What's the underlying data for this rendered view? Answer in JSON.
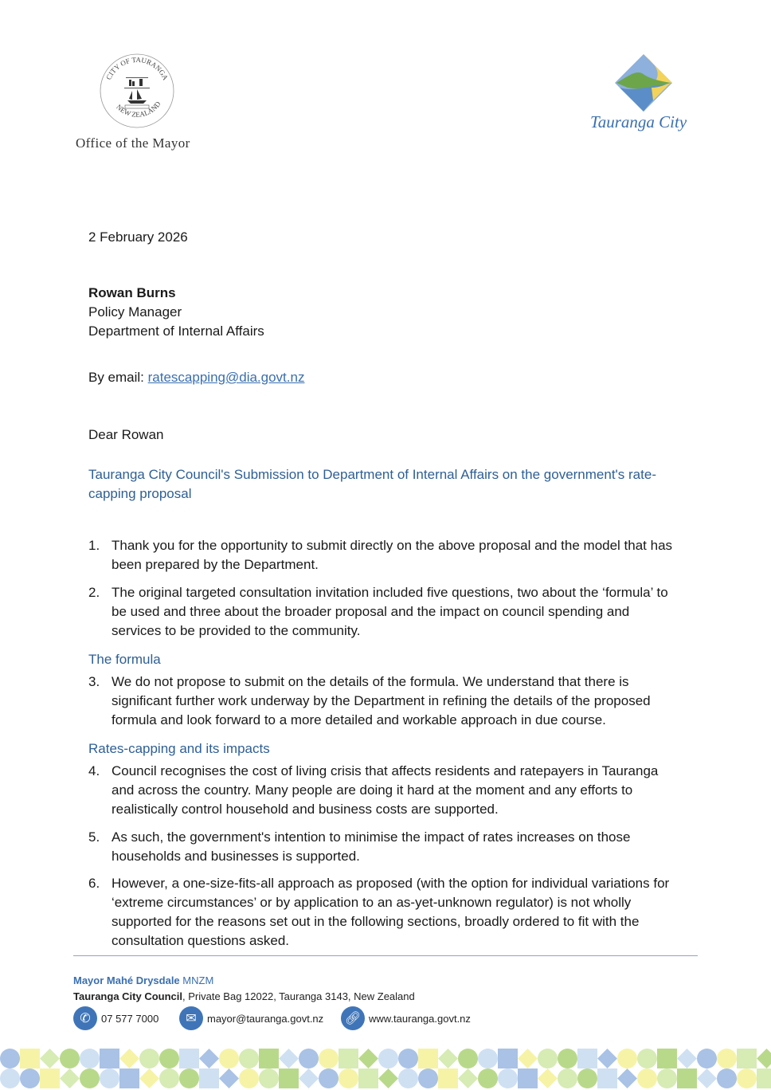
{
  "letterhead": {
    "seal_text": "CITY OF TAURANGA NEW ZEALAND",
    "office": "Office of the Mayor",
    "logo_name": "Tauranga City"
  },
  "date": "2 February 2026",
  "recipient": {
    "name": "Rowan Burns",
    "title": "Policy Manager",
    "organisation": "Department of Internal Affairs"
  },
  "by_email_label": "By email: ",
  "email": "ratescapping@dia.govt.nz",
  "salutation": "Dear Rowan",
  "subject": "Tauranga City Council's Submission to Department of Internal Affairs on the government's rate-capping proposal",
  "items": [
    {
      "num": "1.",
      "text": "Thank you for the opportunity to submit directly on the above proposal and the model that has been prepared by the Department."
    },
    {
      "num": "2.",
      "text": "The original targeted consultation invitation included five questions, two about the ‘formula’ to be used and three about the broader proposal and the impact on council spending and services to be provided to the community."
    },
    {
      "num": "3.",
      "text": "We do not propose to submit on the details of the formula.  We understand that there is significant further work underway by the Department in refining the details of the proposed formula and look forward to a more detailed and workable approach in due course."
    },
    {
      "num": "4.",
      "text": "Council recognises the cost of living crisis that affects residents and ratepayers in Tauranga and across the country.  Many people are doing it hard at the moment and any efforts to realistically control household and business costs are supported."
    },
    {
      "num": "5.",
      "text": "As such, the government's intention to minimise the impact of rates increases on those households and businesses is supported."
    },
    {
      "num": "6.",
      "text": "However, a one-size-fits-all approach as proposed (with the option for individual variations for ‘extreme circumstances’ or by application to an as-yet-unknown regulator) is not wholly supported for the reasons set out in the following sections, broadly ordered to fit with the consultation questions asked."
    }
  ],
  "headings": {
    "formula": "The formula",
    "impacts": "Rates-capping and its impacts"
  },
  "footer": {
    "mayor": "Mayor Mahé Drysdale",
    "honour": " MNZM",
    "council": "Tauranga City Council",
    "address": ", Private Bag 12022, Tauranga 3143, New Zealand",
    "phone": "07 577 7000",
    "email": "mayor@tauranga.govt.nz",
    "web": "www.tauranga.govt.nz"
  },
  "colors": {
    "accent": "#2e5f95",
    "strip": [
      "#a9c2e6",
      "#b9d98a",
      "#f6f3a6",
      "#cfe0f3",
      "#d7ebb5"
    ]
  }
}
